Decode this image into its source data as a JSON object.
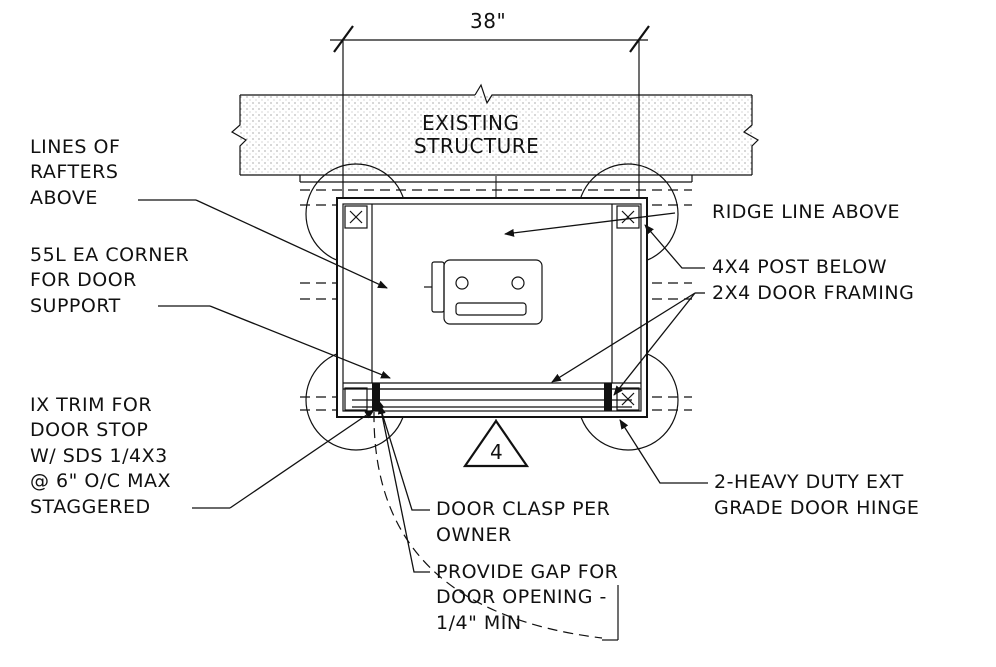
{
  "labels": {
    "dimension": "38\"",
    "existing_structure_line1": "EXISTING",
    "existing_structure_line2": "STRUCTURE",
    "rafters": [
      "LINES OF",
      "RAFTERS",
      "ABOVE"
    ],
    "ridge": "RIDGE LINE ABOVE",
    "ssl": [
      "55L EA CORNER",
      "FOR DOOR",
      "SUPPORT"
    ],
    "post": "4X4 POST BELOW",
    "framing": "2X4 DOOR FRAMING",
    "trim": [
      "IX TRIM FOR",
      "DOOR STOP",
      "W/ SDS 1/4X3",
      "@ 6\" O/C MAX",
      "STAGGERED"
    ],
    "clasp": [
      "DOOR CLASP PER",
      "OWNER"
    ],
    "hinge": [
      "2-HEAVY DUTY EXT",
      "GRADE DOOR HINGE"
    ],
    "gap": [
      "PROVIDE GAP FOR",
      "DOOR OPENING -",
      "1/4\" MIN"
    ],
    "section_marker": "4"
  }
}
